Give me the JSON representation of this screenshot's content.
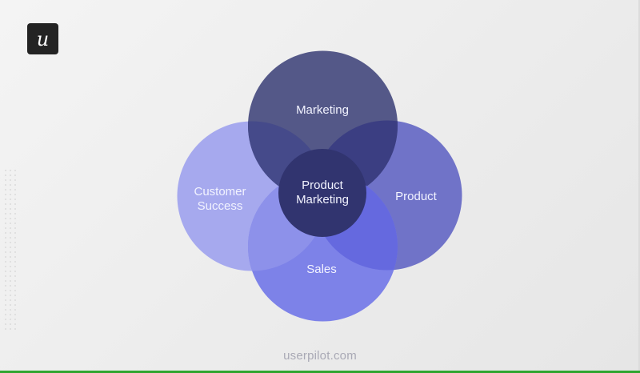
{
  "brand": {
    "logo_glyph": "u",
    "logo_icon": "userpilot-logo-icon"
  },
  "diagram": {
    "type": "venn",
    "center": {
      "label_line1": "Product",
      "label_line2": "Marketing",
      "color": "#31346f"
    },
    "circles": [
      {
        "id": "marketing",
        "label": "Marketing",
        "color": "#545888"
      },
      {
        "id": "customer-success",
        "label_line1": "Customer",
        "label_line2": "Success",
        "color": "#a6a9ee"
      },
      {
        "id": "product",
        "label": "Product",
        "color": "#7073c8"
      },
      {
        "id": "sales",
        "label": "Sales",
        "color": "#7d82e8"
      }
    ],
    "overlap_colors": {
      "marketing_customer_success": "#454a8a",
      "marketing_product": "#3b3e82",
      "sales_product": "#6569df",
      "sales_customer_success": "#8d91ea"
    }
  },
  "footer": {
    "text": "userpilot.com"
  },
  "accents": {
    "bottom_line": "#2fa52f"
  }
}
